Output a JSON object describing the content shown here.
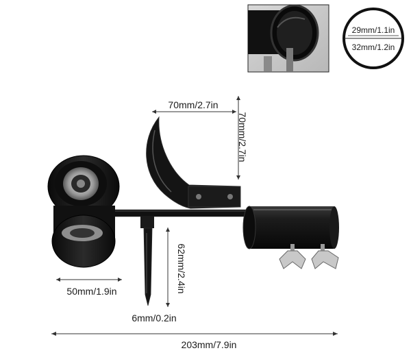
{
  "dimensions": {
    "blade_width": "70mm/2.7in",
    "blade_height": "70mm/2.7in",
    "stake_height": "62mm/2.4in",
    "stake_diameter": "6mm/0.2in",
    "wheel_width": "50mm/1.9in",
    "total_length": "203mm/7.9in"
  },
  "inset": {
    "inner_diameter": "29mm/1.1in",
    "outer_diameter": "32mm/1.2in"
  },
  "colors": {
    "metal": "#151515",
    "metal_highlight": "#4a4a4a",
    "bearing": "#b9b9b9",
    "line": "#333333"
  }
}
